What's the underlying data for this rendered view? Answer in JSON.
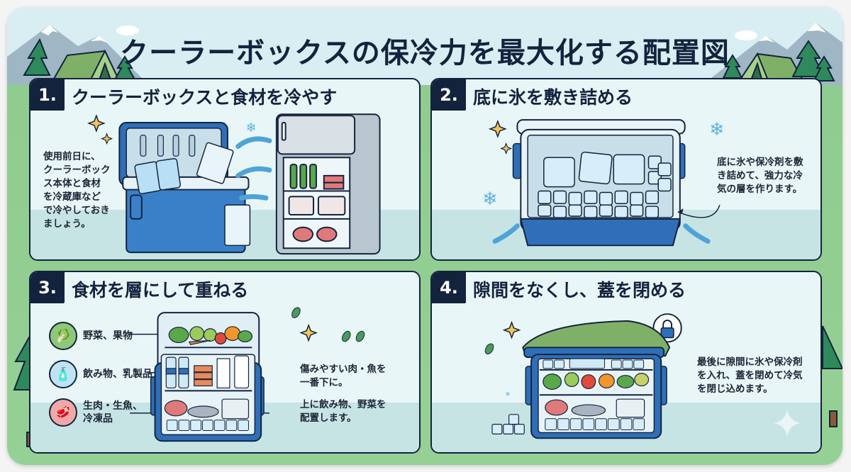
{
  "title": "クーラーボックスの保冷力を最大化する配置図",
  "colors": {
    "navy": "#13233d",
    "cooler_blue": "#2f6fb8",
    "ice_blue": "#cfe9f5",
    "grass": "#8fcc8f",
    "sky": "#d8eef3",
    "tent": "#7fb068",
    "tree": "#2e8a5a",
    "sparkle_gold": "#f2c45a"
  },
  "panels": [
    {
      "number": "1.",
      "title": "クーラーボックスと食材を冷やす",
      "description_lines": [
        "使用前日に、",
        "クーラーボック",
        "ス本体と食材",
        "を冷蔵庫など",
        "で冷やしておき",
        "ましょう。"
      ]
    },
    {
      "number": "2.",
      "title": "底に氷を敷き詰める",
      "description_lines": [
        "底に氷や保冷剤を敷",
        "き詰めて、強力な冷",
        "気の層を作ります。"
      ]
    },
    {
      "number": "3.",
      "title": "食材を層にして重ねる",
      "legend": [
        {
          "icon": "vegetable-fruit-icon",
          "lines": [
            "野菜、果物"
          ]
        },
        {
          "icon": "drinks-dairy-icon",
          "lines": [
            "飲み物、乳製品"
          ]
        },
        {
          "icon": "meat-icon",
          "lines": [
            "生肉・生魚、",
            "冷凍品"
          ]
        }
      ],
      "description_lines_a": [
        "傷みやすい肉・魚を",
        "一番下に。"
      ],
      "description_lines_b": [
        "上に飲み物、野菜を",
        "配置します。"
      ]
    },
    {
      "number": "4.",
      "title": "隙間をなくし、蓋を閉める",
      "description_lines": [
        "最後に隙間に氷や保冷剤",
        "を入れ、蓋を閉めて冷気",
        "を閉じ込めます。"
      ]
    }
  ]
}
